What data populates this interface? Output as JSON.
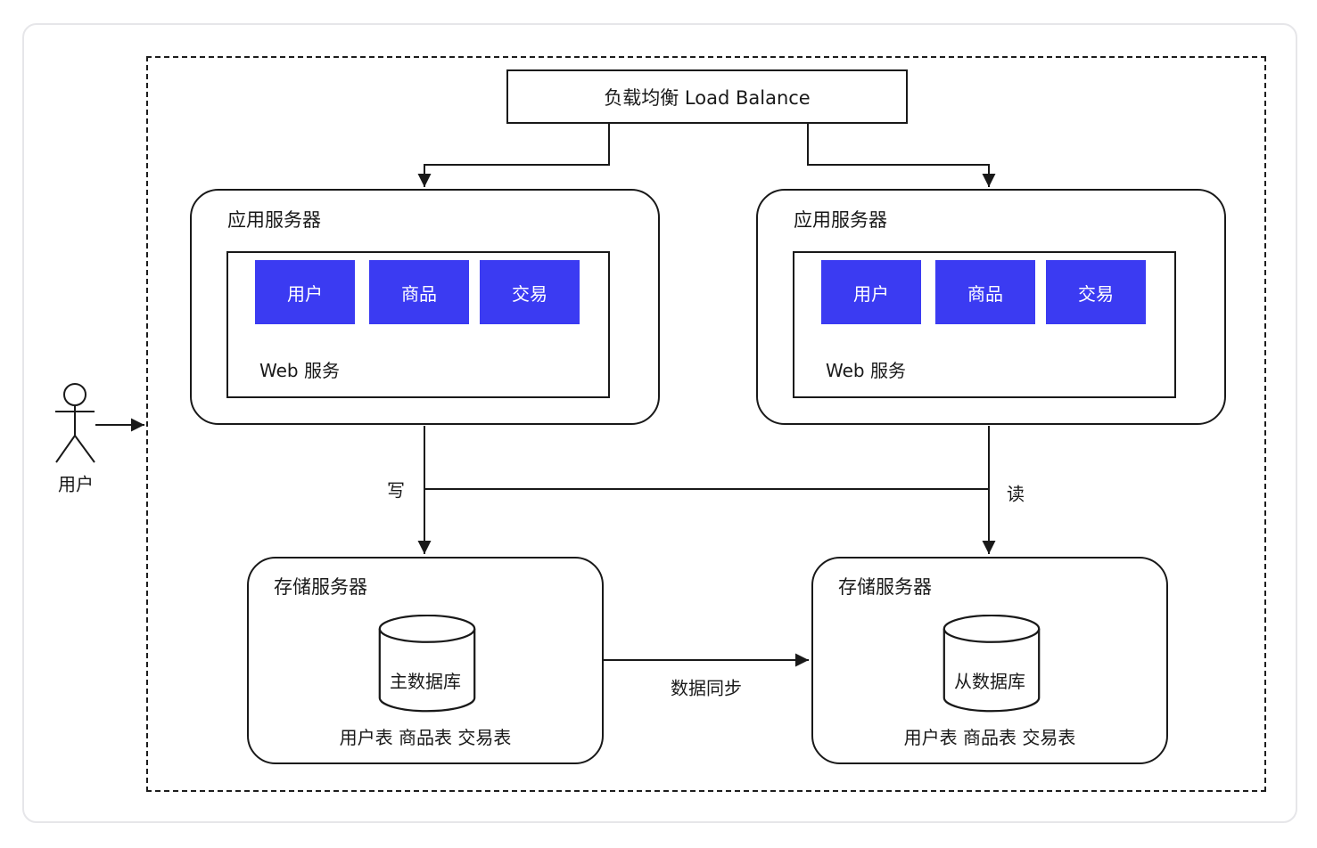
{
  "diagram": {
    "load_balancer": {
      "label": "负载均衡 Load Balance"
    },
    "user_actor": {
      "label": "用户"
    },
    "app_servers": [
      {
        "title": "应用服务器",
        "web_service_label": "Web 服务",
        "modules": [
          "用户",
          "商品",
          "交易"
        ]
      },
      {
        "title": "应用服务器",
        "web_service_label": "Web 服务",
        "modules": [
          "用户",
          "商品",
          "交易"
        ]
      }
    ],
    "storage_servers": [
      {
        "title": "存储服务器",
        "database": "主数据库",
        "tables": "用户表 商品表 交易表"
      },
      {
        "title": "存储服务器",
        "database": "从数据库",
        "tables": "用户表 商品表 交易表"
      }
    ],
    "edges": {
      "write_label": "写",
      "read_label": "读",
      "sync_label": "数据同步"
    },
    "colors": {
      "module_bg": "#3b3bf2",
      "line": "#191919",
      "frame_border": "#e6e6e9"
    }
  }
}
